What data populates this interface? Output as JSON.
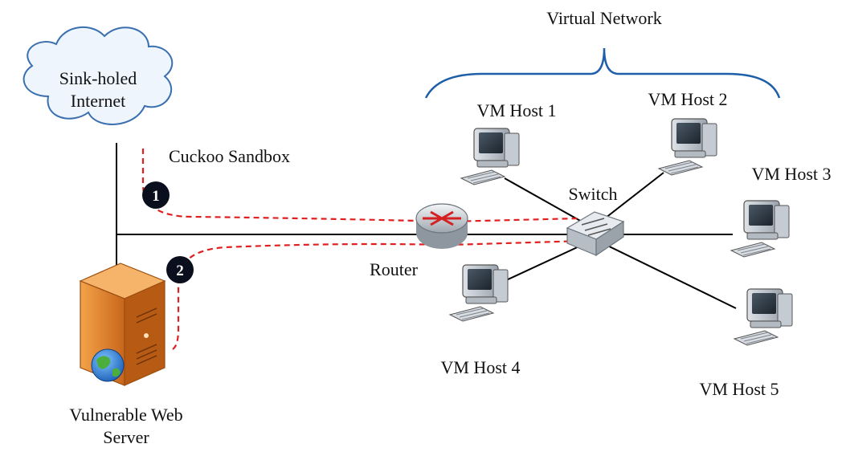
{
  "labels": {
    "virtual_network": "Virtual Network",
    "sinkhole_line1": "Sink-holed",
    "sinkhole_line2": "Internet",
    "cuckoo": "Cuckoo Sandbox",
    "router": "Router",
    "switch": "Switch",
    "web_server_line1": "Vulnerable Web",
    "web_server_line2": "Server",
    "host1": "VM Host 1",
    "host2": "VM Host 2",
    "host3": "VM Host 3",
    "host4": "VM Host 4",
    "host5": "VM Host 5"
  },
  "steps": [
    "1",
    "2"
  ],
  "colors": {
    "line": "#000000",
    "path": "#e02020",
    "brace": "#1f5fa8",
    "cloud_fill": "#eef5fc",
    "cloud_stroke": "#3a6fb0",
    "server_body": "#e8861e",
    "router_arrows": "#d42020",
    "step_badge": "#0a0f1e"
  },
  "icons": [
    "cloud-icon",
    "router-icon",
    "switch-icon",
    "server-icon",
    "globe-icon",
    "computer-icon"
  ]
}
